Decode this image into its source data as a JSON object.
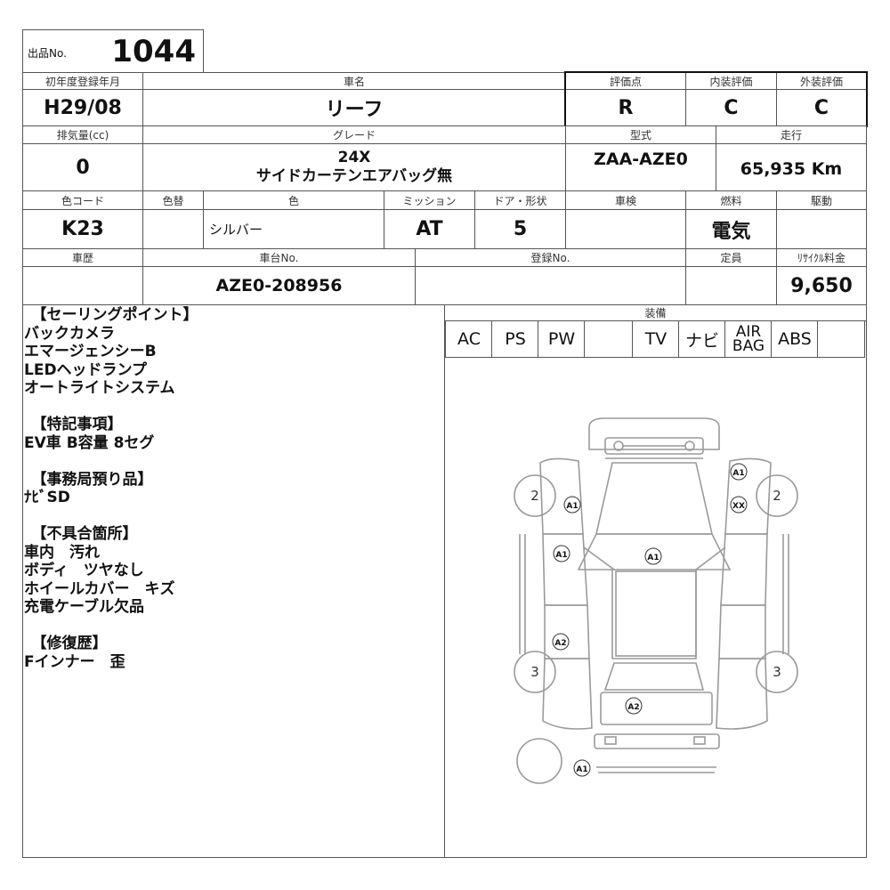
{
  "lot": {
    "label": "出品No.",
    "value": "1044"
  },
  "row1": {
    "reg_year": {
      "label": "初年度登録年月",
      "value": "H29/08"
    },
    "car_name": {
      "label": "車名",
      "value": "リーフ"
    },
    "score": {
      "label": "評価点",
      "value": "R"
    },
    "interior": {
      "label": "内装評価",
      "value": "C"
    },
    "exterior": {
      "label": "外装評価",
      "value": "C"
    }
  },
  "row2": {
    "displacement": {
      "label": "排気量(cc)",
      "value": "0"
    },
    "grade": {
      "label": "グレード",
      "line1": "24X",
      "line2": "サイドカーテンエアバッグ無"
    },
    "model": {
      "label": "型式",
      "value": "ZAA-AZE0"
    },
    "mileage": {
      "label": "走行",
      "value": "65,935 Km"
    }
  },
  "row3": {
    "color_code": {
      "label": "色コード",
      "value": "K23"
    },
    "repaint": {
      "label": "色替",
      "value": ""
    },
    "color": {
      "label": "色",
      "value": "シルバー"
    },
    "mission": {
      "label": "ミッション",
      "value": "AT"
    },
    "door": {
      "label": "ドア・形状",
      "value": "5"
    },
    "inspection": {
      "label": "車検",
      "value": ""
    },
    "fuel": {
      "label": "燃料",
      "value": "電気"
    },
    "drive": {
      "label": "駆動",
      "value": ""
    }
  },
  "row4": {
    "history": {
      "label": "車歴",
      "value": ""
    },
    "chassis": {
      "label": "車台No.",
      "value": "AZE0-208956"
    },
    "registration": {
      "label": "登録No.",
      "value": ""
    },
    "capacity": {
      "label": "定員",
      "value": ""
    },
    "recycle": {
      "label": "ﾘｻｲｸﾙ料金",
      "value": "9,650"
    }
  },
  "notes": [
    "　【セーリングポイント】",
    "バックカメラ",
    "エマージェンシーB",
    "LEDヘッドランプ",
    "オートライトシステム",
    "",
    "　【特記事項】",
    "EV車 B容量 8セグ",
    "",
    "　【事務局預り品】",
    "ﾅﾋﾞSD",
    "",
    "　【不具合箇所】",
    "車内　汚れ",
    "ボディ　ツヤなし",
    "ホイールカバー　キズ",
    "充電ケーブル欠品",
    "",
    "　【修復歴】",
    "Fインナー　歪"
  ],
  "equipment": {
    "label": "装備",
    "items": [
      "AC",
      "PS",
      "PW",
      "",
      "TV",
      "ナビ",
      "AIR BAG",
      "ABS",
      ""
    ],
    "airbag_line1": "AIR",
    "airbag_line2": "BAG"
  },
  "diagram": {
    "tire_front_left": "2",
    "tire_front_right": "2",
    "tire_rear_left": "3",
    "tire_rear_right": "3",
    "marks": [
      "A1",
      "A1",
      "XX",
      "A1",
      "A1",
      "A2",
      "A2",
      "A1"
    ]
  }
}
